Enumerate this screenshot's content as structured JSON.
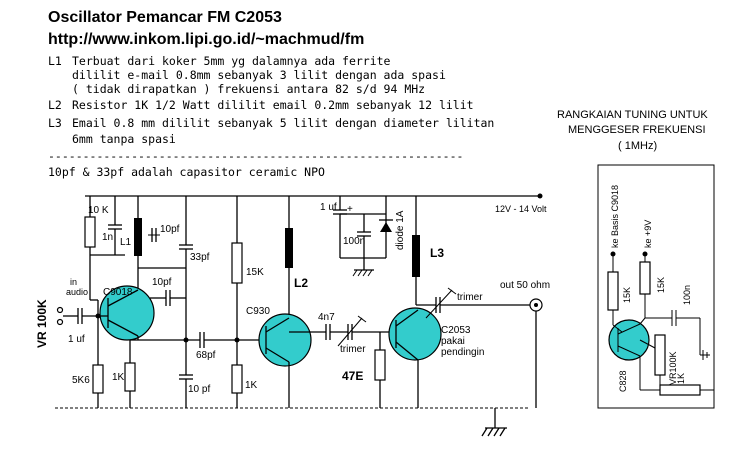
{
  "title": "Oscillator Pemancar FM C2053",
  "url": "http://www.inkom.lipi.go.id/~machmud/fm",
  "notes": [
    {
      "tag": "L1",
      "text": "Terbuat dari koker 5mm yg dalamnya ada ferrite"
    },
    {
      "tag": "",
      "text": "dililit e-mail 0.8mm sebanyak 3 lilit dengan ada spasi"
    },
    {
      "tag": "",
      "text": "( tidak dirapatkan ) frekuensi antara 82 s/d 94 MHz"
    },
    {
      "tag": "L2",
      "text": "Resistor 1K 1/2 Watt dililit email 0.2mm sebanyak 12 lilit"
    },
    {
      "tag": "L3",
      "text": "Email 0.8 mm dililit sebanyak 5 lilit dengan diameter lilitan"
    },
    {
      "tag": "",
      "text": "6mm tanpa spasi"
    }
  ],
  "separator": "------------------------------------------------------------",
  "capacitor_note": "10pf & 33pf adalah capasitor ceramic NPO",
  "supply": "12V - 14 Volt",
  "labels": {
    "r_10k": "10 K",
    "c_1n": "1n",
    "l1": "L1",
    "c_10pf_top": "10pf",
    "c_33pf": "33pf",
    "in_audio_1": "in",
    "in_audio_2": "audio",
    "vr_100k": "VR 100K",
    "q1": "C9018",
    "c_10pf_mid": "10pf",
    "c_1uf_in": "1 uf",
    "r_5k6": "5K6",
    "r_1k_a": "1K",
    "c_68pf": "68pf",
    "c_10pf_bot": "10 pf",
    "r_15k": "15K",
    "r_1k_b": "1K",
    "c_1uf_top": "1 uf",
    "plus": "+",
    "c_100n": "100n",
    "diode": "diode 1A",
    "l2": "L2",
    "l3": "L3",
    "q2": "C930",
    "c_4n7": "4n7",
    "trimer_1": "trimer",
    "r_47e": "47E",
    "q3": "C2053",
    "q3_note1": "pakai",
    "q3_note2": "pendingin",
    "trimer_2": "trimer",
    "out": "out 50 ohm"
  },
  "inset": {
    "title1": "RANGKAIAN TUNING UNTUK",
    "title2": "MENGGESER FREKUENSI",
    "title3": "( 1MHz)",
    "ke_basis": "ke Basis C9018",
    "ke_9v": "ke +9V",
    "r_15k_a": "15K",
    "r_15k_b": "15K",
    "c_100n": "100n",
    "q": "C828",
    "vr": "VR100K",
    "r_1k": "1K"
  }
}
